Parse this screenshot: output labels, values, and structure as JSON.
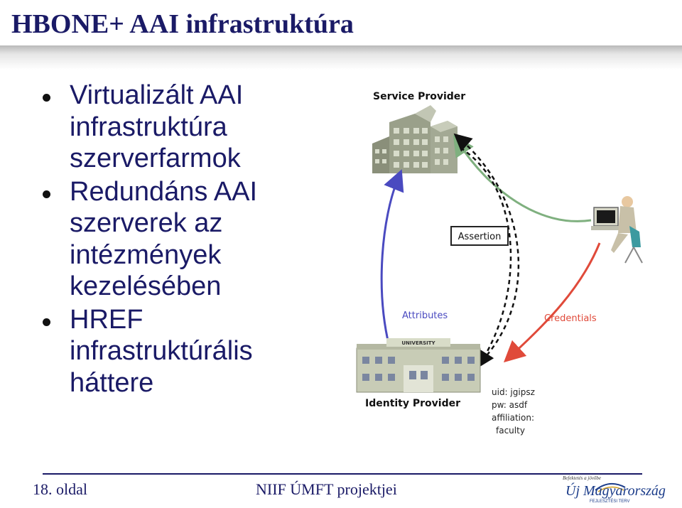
{
  "title": "HBONE+ AAI infrastruktúra",
  "bullets": [
    "Virtualizált AAI\ninfrastruktúra\nszerverfarmok",
    "Redundáns AAI\nszerverek az\nintézmények\nkezelésében",
    "HREF\ninfrastruktúrális\nháttere"
  ],
  "diagram": {
    "service_provider": "Service Provider",
    "identity_provider": "Identity Provider",
    "university_sign": "UNIVERSITY",
    "assertion": "Assertion",
    "attributes": "Attributes",
    "credentials": "Credentials",
    "credential_lines": [
      "uid: jgipsz",
      "pw: asdf",
      "affiliation:",
      "faculty"
    ],
    "colors": {
      "attributes_arrow": "#4a4ac0",
      "credentials_arrow": "#e04a3a",
      "service_arrow": "#7fb07f",
      "assertion_arrow": "#111111"
    }
  },
  "footer": {
    "page": "18. oldal",
    "project": "NIIF ÚMFT projektjei"
  },
  "logo": {
    "tagline": "Befektetés a jövőbe",
    "name": "Új Magyarország",
    "subtitle": "FEJLESZTÉSI TERV"
  }
}
